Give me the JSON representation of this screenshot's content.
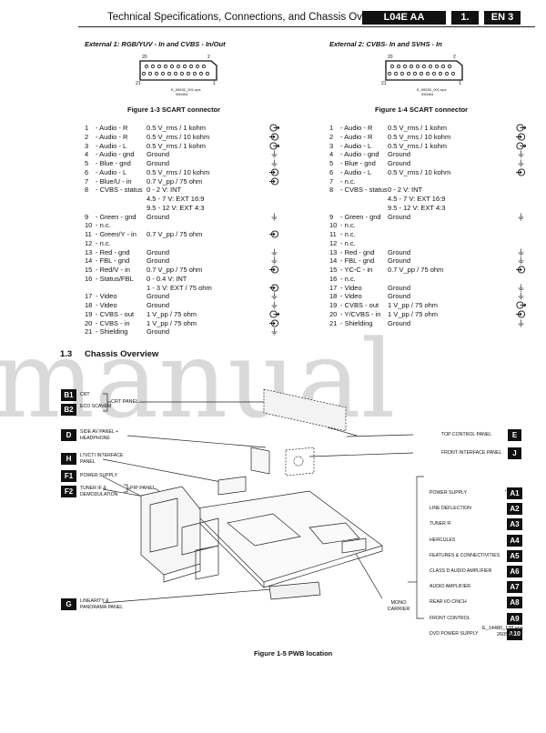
{
  "header": {
    "title": "Technical Specifications, Connections, and Chassis Overview",
    "model": "L04E AA",
    "chapter": "1.",
    "page": "EN 3"
  },
  "ext1": {
    "title": "External 1: RGB/YUV - In and CVBS - In/Out",
    "pin20": "20",
    "pin2": "2",
    "pin21": "21",
    "pin1": "1",
    "file": "E_06532_001.eps",
    "date": "050404",
    "caption": "Figure 1-3 SCART connector",
    "rows": [
      {
        "n": "1",
        "name": "- Audio - R",
        "val": "0.5 V_rms / 1 kohm",
        "icon": "out"
      },
      {
        "n": "2",
        "name": "- Audio - R",
        "val": "0.5 V_rms / 10 kohm",
        "icon": "in"
      },
      {
        "n": "3",
        "name": "- Audio - L",
        "val": "0.5 V_rms / 1 kohm",
        "icon": "out"
      },
      {
        "n": "4",
        "name": "- Audio - gnd",
        "val": "Ground",
        "icon": "gnd"
      },
      {
        "n": "5",
        "name": "- Blue - gnd",
        "val": "Ground",
        "icon": "gnd"
      },
      {
        "n": "6",
        "name": "- Audio - L",
        "val": "0.5 V_rms / 10 kohm",
        "icon": "in"
      },
      {
        "n": "7",
        "name": "- Blue/U - in",
        "val": "0.7 V_pp / 75 ohm",
        "icon": "in"
      },
      {
        "n": "8",
        "name": "- CVBS - status",
        "val": "0 - 2 V: INT",
        "icon": ""
      },
      {
        "n": "",
        "name": "",
        "val": "4.5 - 7 V: EXT 16:9",
        "icon": "",
        "indent": true
      },
      {
        "n": "",
        "name": "",
        "val": "9.5 - 12 V: EXT 4:3",
        "icon": "",
        "indent": true
      },
      {
        "n": "9",
        "name": "- Green - gnd",
        "val": "Ground",
        "icon": "gnd"
      },
      {
        "n": "10",
        "name": "- n.c.",
        "val": "",
        "icon": ""
      },
      {
        "n": "11",
        "name": "- Green/Y - in",
        "val": "0.7 V_pp / 75 ohm",
        "icon": "in"
      },
      {
        "n": "12",
        "name": "- n.c.",
        "val": "",
        "icon": ""
      },
      {
        "n": "13",
        "name": "- Red - gnd",
        "val": "Ground",
        "icon": "gnd"
      },
      {
        "n": "14",
        "name": "- FBL - gnd",
        "val": "Ground",
        "icon": "gnd"
      },
      {
        "n": "15",
        "name": "- Red/V - in",
        "val": "0.7 V_pp / 75 ohm",
        "icon": "in"
      },
      {
        "n": "16",
        "name": "- Status/FBL",
        "val": "0 - 0.4 V: INT",
        "icon": ""
      },
      {
        "n": "",
        "name": "",
        "val": "1 - 3 V: EXT / 75 ohm",
        "icon": "in",
        "indent": true
      },
      {
        "n": "17",
        "name": "- Video",
        "val": "Ground",
        "icon": "gnd"
      },
      {
        "n": "18",
        "name": "- Video",
        "val": "Ground",
        "icon": "gnd"
      },
      {
        "n": "19",
        "name": "- CVBS - out",
        "val": "1 V_pp / 75 ohm",
        "icon": "out"
      },
      {
        "n": "20",
        "name": "- CVBS - in",
        "val": "1 V_pp / 75 ohm",
        "icon": "in"
      },
      {
        "n": "21",
        "name": "- Shielding",
        "val": "Ground",
        "icon": "gnd"
      }
    ]
  },
  "ext2": {
    "title": "External 2: CVBS- In and SVHS - In",
    "pin20": "20",
    "pin2": "2",
    "pin21": "21",
    "pin1": "1",
    "file": "E_06532_001.eps",
    "date": "050404",
    "caption": "Figure 1-4 SCART connector",
    "rows": [
      {
        "n": "1",
        "name": "- Audio - R",
        "val": "0.5 V_rms / 1 kohm",
        "icon": "out"
      },
      {
        "n": "2",
        "name": "- Audio - R",
        "val": "0.5 V_rms / 10 kohm",
        "icon": "in"
      },
      {
        "n": "3",
        "name": "- Audio - L",
        "val": "0.5 V_rms / 1 kohm",
        "icon": "out"
      },
      {
        "n": "4",
        "name": "- Audio - gnd",
        "val": "Ground",
        "icon": "gnd"
      },
      {
        "n": "5",
        "name": "- Blue - gnd",
        "val": "Ground",
        "icon": "gnd"
      },
      {
        "n": "6",
        "name": "- Audio - L",
        "val": "0.5 V_rms / 10 kohm",
        "icon": "in"
      },
      {
        "n": "7",
        "name": "- n.c.",
        "val": "",
        "icon": ""
      },
      {
        "n": "8",
        "name": "- CVBS - status",
        "val": "0 - 2 V: INT",
        "icon": ""
      },
      {
        "n": "",
        "name": "",
        "val": "4.5 - 7 V: EXT 16:9",
        "icon": "",
        "indent": true
      },
      {
        "n": "",
        "name": "",
        "val": "9.5 - 12 V: EXT 4:3",
        "icon": "",
        "indent": true
      },
      {
        "n": "9",
        "name": "- Green - gnd",
        "val": "Ground",
        "icon": "gnd"
      },
      {
        "n": "10",
        "name": "- n.c.",
        "val": "",
        "icon": ""
      },
      {
        "n": "11",
        "name": "- n.c.",
        "val": "",
        "icon": ""
      },
      {
        "n": "12",
        "name": "- n.c.",
        "val": "",
        "icon": ""
      },
      {
        "n": "13",
        "name": "- Red - gnd",
        "val": "Ground",
        "icon": "gnd"
      },
      {
        "n": "14",
        "name": "- FBL - gnd",
        "val": "Ground",
        "icon": "gnd"
      },
      {
        "n": "15",
        "name": "- YC-C - in",
        "val": "0.7 V_pp / 75 ohm",
        "icon": "in"
      },
      {
        "n": "16",
        "name": "- n.c.",
        "val": "",
        "icon": ""
      },
      {
        "n": "17",
        "name": "- Video",
        "val": "Ground",
        "icon": "gnd"
      },
      {
        "n": "18",
        "name": "- Video",
        "val": "Ground",
        "icon": "gnd"
      },
      {
        "n": "19",
        "name": "- CVBS - out",
        "val": "1 V_pp / 75 ohm",
        "icon": "out"
      },
      {
        "n": "20",
        "name": "- Y/CVBS - in",
        "val": "1 V_pp / 75 ohm",
        "icon": "in"
      },
      {
        "n": "21",
        "name": "- Shielding",
        "val": "Ground",
        "icon": "gnd"
      }
    ]
  },
  "section": {
    "number": "1.3",
    "title": "Chassis Overview"
  },
  "watermark": "manual",
  "left_panels": [
    {
      "code": "B1",
      "label": "CRT"
    },
    {
      "code": "B2",
      "label": "ECO SCAVEM"
    },
    {
      "code": "D",
      "label": "SIDE AV PANEL + HEADPHONE"
    },
    {
      "code": "H",
      "label": "LTI/CTI INTERFACE PANEL"
    },
    {
      "code": "F1",
      "label": "POWER SUPPLY"
    },
    {
      "code": "F2",
      "label": "TUNER IF & DEMODULATION"
    },
    {
      "code": "G",
      "label": "LINEARITY & PANORAMA PANEL"
    }
  ],
  "group_labels": {
    "crt_panel": "CRT PANEL",
    "pip_panel": "PIP PANEL",
    "mono_carrier": "MONO CARRIER"
  },
  "right_panels": [
    {
      "code": "E",
      "label": "TOP CONTROL PANEL"
    },
    {
      "code": "J",
      "label": "FRONT INTERFACE PANEL"
    }
  ],
  "mono_modules": [
    {
      "code": "A1",
      "label": "POWER SUPPLY"
    },
    {
      "code": "A2",
      "label": "LINE DEFLECTION"
    },
    {
      "code": "A3",
      "label": "TUNER IF"
    },
    {
      "code": "A4",
      "label": "HERCULES"
    },
    {
      "code": "A5",
      "label": "FEATURES & CONNECTIVITIES"
    },
    {
      "code": "A6",
      "label": "CLASS D AUDIO AMPLIFIER"
    },
    {
      "code": "A7",
      "label": "AUDIO AMPLIFIER"
    },
    {
      "code": "A8",
      "label": "REAR I/O CINCH"
    },
    {
      "code": "A9",
      "label": "FRONT CONTROL"
    },
    {
      "code": "A10",
      "label": "DVD POWER SUPPLY"
    }
  ],
  "fig5": {
    "file": "E_14480_138.eps",
    "date": "260504",
    "caption": "Figure 1-5 PWB location"
  }
}
